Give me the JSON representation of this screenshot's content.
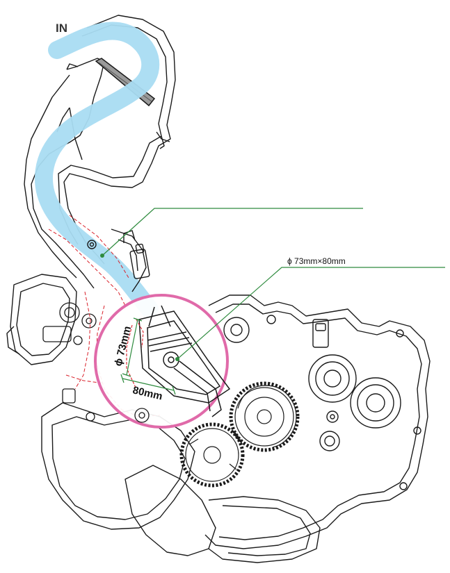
{
  "labels": {
    "intake": "IN",
    "bore_stroke": "ϕ 73mm×80mm",
    "bore": "ϕ 73mm",
    "stroke": "80mm"
  },
  "colors": {
    "airflow": "#a9dcf2",
    "callout_circle": "#e06aa9",
    "leader_line": "#2e8b3e",
    "dimension_line": "#2e8b3e",
    "internal_outline": "#d9202a",
    "drawing_line": "#1a1a1a"
  },
  "icons": {
    "gear": "gear-icon"
  }
}
